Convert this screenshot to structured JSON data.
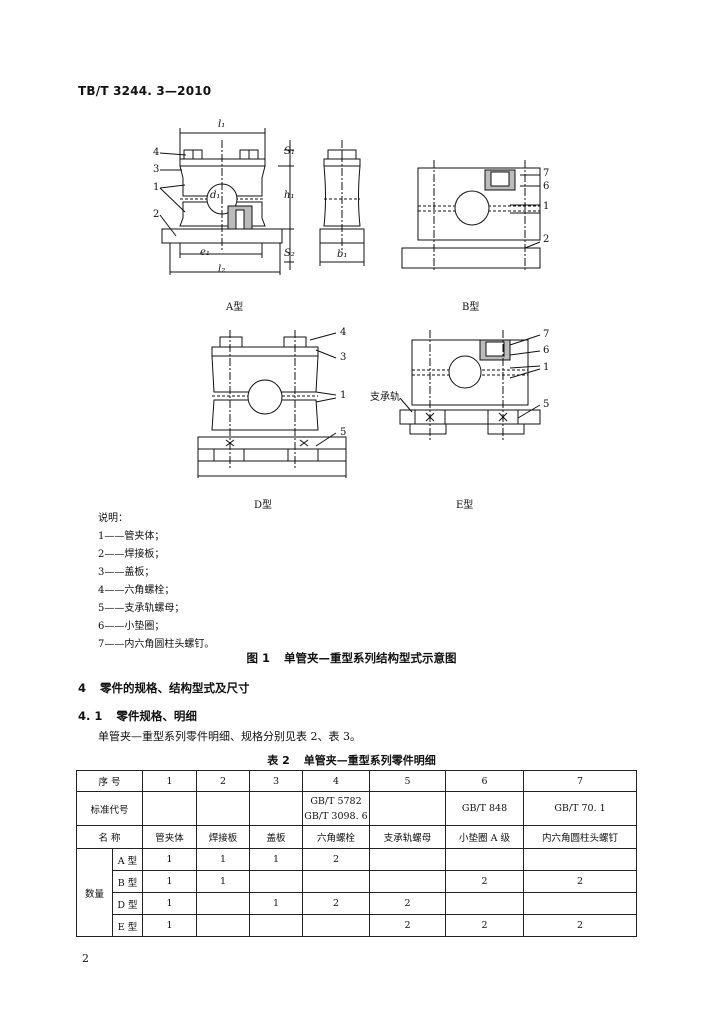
{
  "header": {
    "standard_code": "TB/T  3244. 3—2010"
  },
  "figure": {
    "views": [
      "A型",
      "B型",
      "D型",
      "E型"
    ],
    "dimension_labels": [
      "l₁",
      "l₂",
      "e₁",
      "b₁",
      "h₁",
      "S₁",
      "S₂",
      "d₁"
    ],
    "callouts": [
      "1",
      "2",
      "3",
      "4",
      "5",
      "6",
      "7"
    ],
    "support_rail_label": "支承轨",
    "legend_title": "说明：",
    "legend": [
      "1——管夹体；",
      "2——焊接板；",
      "3——盖板；",
      "4——六角螺栓；",
      "5——支承轨螺母；",
      "6——小垫圈；",
      "7——内六角圆柱头螺钉。"
    ],
    "caption_no": "图 1",
    "caption": "单管夹—重型系列结构型式示意图"
  },
  "section4": {
    "number": "4",
    "title": "零件的规格、结构型式及尺寸"
  },
  "section4_1": {
    "number": "4. 1",
    "title": "零件规格、明细",
    "paragraph": "单管夹—重型系列零件明细、规格分别见表 2、表 3。"
  },
  "table": {
    "caption_no": "表 2",
    "caption": "单管夹—重型系列零件明细",
    "row_seq_label": "序    号",
    "row_code_label": "标准代号",
    "row_name_label": "名    称",
    "qty_label": "数量",
    "seq": [
      "1",
      "2",
      "3",
      "4",
      "5",
      "6",
      "7"
    ],
    "codes": [
      [
        "",
        ""
      ],
      [
        "",
        ""
      ],
      [
        "",
        ""
      ],
      [
        "GB/T 5782",
        "GB/T 3098. 6"
      ],
      [
        "",
        ""
      ],
      [
        "GB/T 848",
        ""
      ],
      [
        "GB/T 70. 1",
        ""
      ]
    ],
    "names": [
      "管夹体",
      "焊接板",
      "盖板",
      "六角螺栓",
      "支承轨螺母",
      "小垫圈 A 级",
      "内六角圆柱头螺钉"
    ],
    "qty_rows": [
      {
        "type": "A 型",
        "values": [
          "1",
          "1",
          "1",
          "2",
          "",
          "",
          ""
        ]
      },
      {
        "type": "B 型",
        "values": [
          "1",
          "1",
          "",
          "",
          "",
          "2",
          "2"
        ]
      },
      {
        "type": "D 型",
        "values": [
          "1",
          "",
          "1",
          "2",
          "2",
          "",
          ""
        ]
      },
      {
        "type": "E 型",
        "values": [
          "1",
          "",
          "",
          "",
          "2",
          "2",
          "2"
        ]
      }
    ]
  },
  "page_number": "2"
}
